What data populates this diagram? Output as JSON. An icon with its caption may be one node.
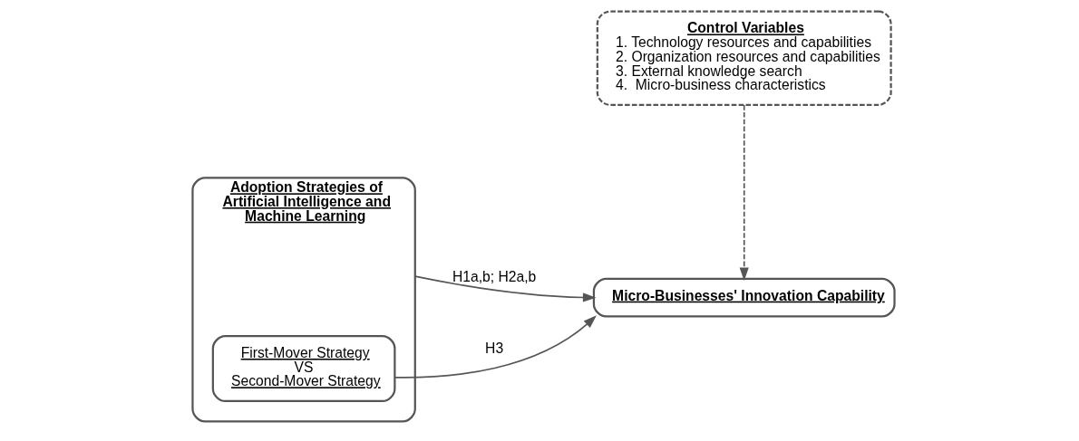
{
  "diagram": {
    "nodes": [
      {
        "text": [
          "Adoption Strategies of Artificial Intelligence and Machine Learning"
        ]
      },
      {
        "text": [
          "First-Mover Strategy",
          "VS",
          "Second-Mover Strategy"
        ],
        "in": 0
      },
      {
        "text": [
          "Micro-Businesses' Innovation Capability"
        ]
      },
      {
        "text": [
          "Control Variables",
          "1. Technology resources and capabilities",
          "2. Organization resources and capabilities",
          "3. External knowledge search",
          "4.  Micro-business characteristics"
        ]
      }
    ],
    "edges": [
      {
        "from": 0,
        "to": 2,
        "arrow": "to",
        "label": "H1a,b; H2a,b"
      },
      {
        "from": 1,
        "to": 2,
        "arrow": "to",
        "label": "H3"
      },
      {
        "from": 3,
        "to": 2,
        "arrow": "to",
        "style": "dashed"
      }
    ]
  }
}
